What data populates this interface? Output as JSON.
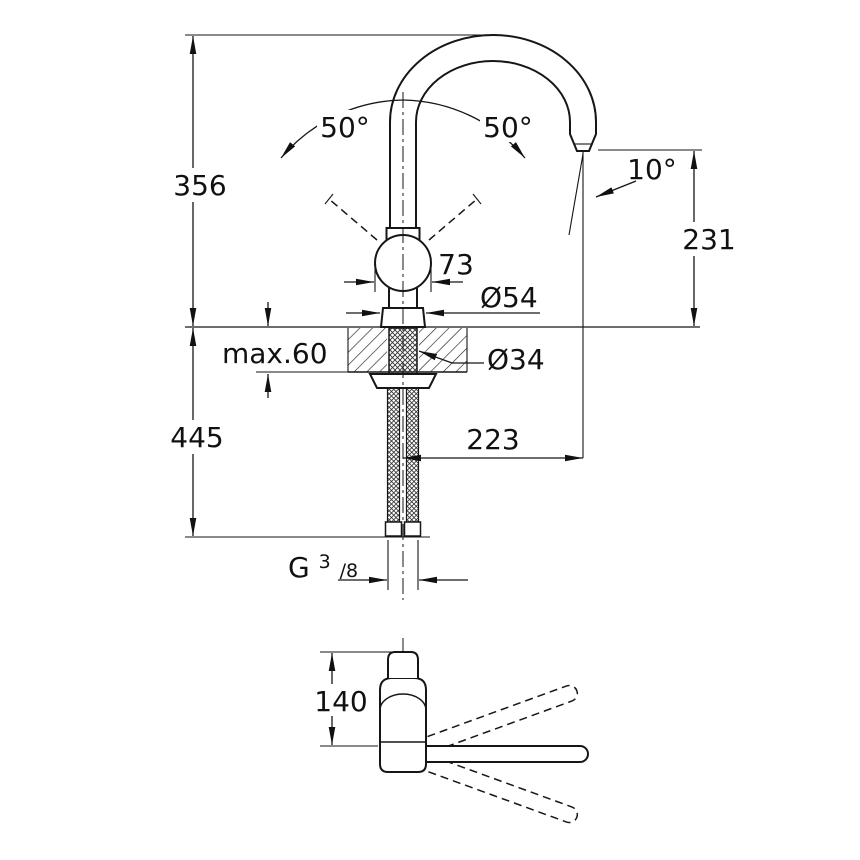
{
  "drawing": {
    "labels": {
      "height_total": "356",
      "depth_below": "445",
      "swivel_left": "50°",
      "swivel_right": "50°",
      "spray_angle": "10°",
      "spout_height": "231",
      "ball_width": "73",
      "base_diameter": "Ø54",
      "hole_diameter": "Ø34",
      "max_thickness": "max.60",
      "spout_reach": "223",
      "thread_prefix": "G",
      "thread_numerator": "3",
      "thread_denominator": "/8",
      "handle_clearance": "140"
    },
    "colors": {
      "line": "#161616",
      "background": "#ffffff"
    }
  }
}
